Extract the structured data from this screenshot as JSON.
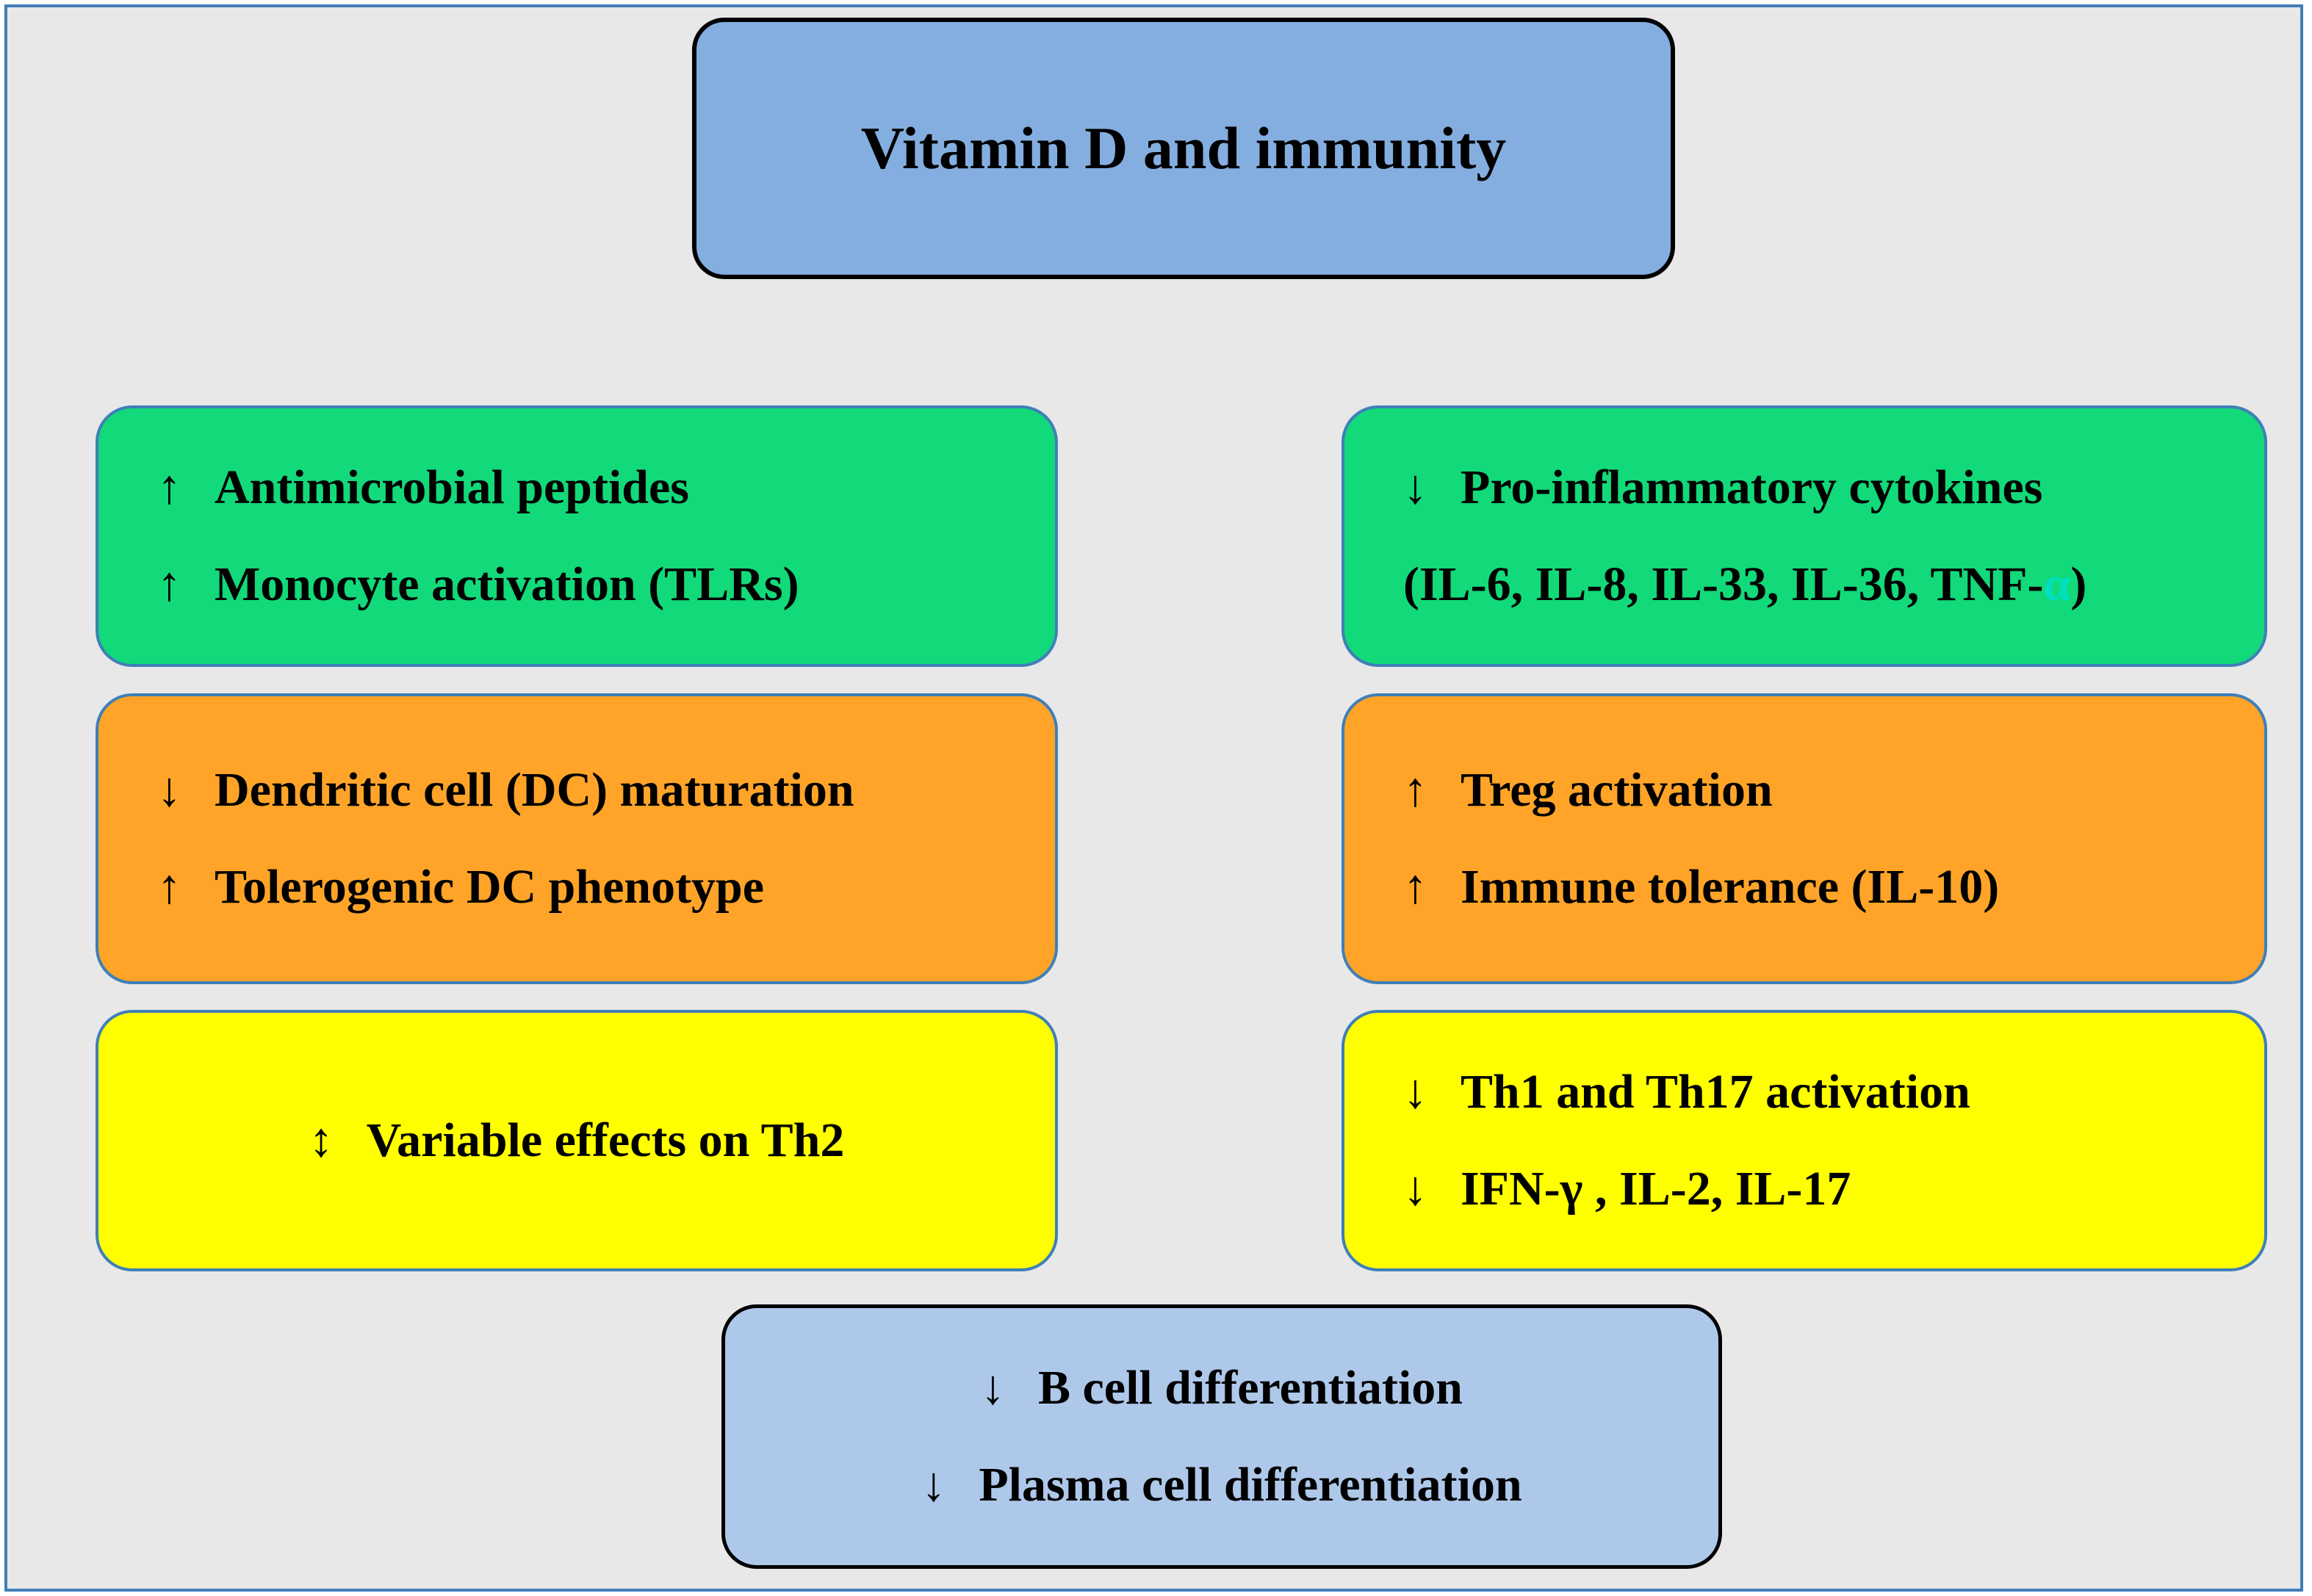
{
  "title": "Vitamin D and immunity",
  "left": {
    "green": {
      "line1_arrow": "↑",
      "line1_text": "Antimicrobial peptides",
      "line2_arrow": "↑",
      "line2_text": "Monocyte activation (TLRs)"
    },
    "orange": {
      "line1_arrow": "↓",
      "line1_text": "Dendritic cell (DC) maturation",
      "line2_arrow": "↑",
      "line2_text": "Tolerogenic DC phenotype"
    },
    "yellow": {
      "line1_arrow": "↕",
      "line1_text": "Variable effects on Th2"
    }
  },
  "right": {
    "green": {
      "line1_arrow": "↓",
      "line1_text": "Pro-inflammatory cytokines",
      "line2_text_prefix": "(IL-6, IL-8, IL-33, IL-36, TNF-",
      "line2_alpha": "α",
      "line2_text_suffix": ")"
    },
    "orange": {
      "line1_arrow": "↑",
      "line1_text": "Treg activation",
      "line2_arrow": "↑",
      "line2_text": "Immune tolerance (IL-10)"
    },
    "yellow": {
      "line1_arrow": "↓",
      "line1_text": "Th1 and Th17 activation",
      "line2_arrow": "↓",
      "line2_text": "IFN-γ , IL-2, IL-17"
    }
  },
  "bottom": {
    "line1_arrow": "↓",
    "line1_text": "B cell differentiation",
    "line2_arrow": "↓",
    "line2_text": "Plasma cell differentiation"
  },
  "colors": {
    "title_box": "#84aee0",
    "green_box": "#12d97a",
    "orange_box": "#ffa428",
    "yellow_box": "#ffff00",
    "bottom_box": "#aec8ea",
    "frame_border": "#3f7fb8",
    "background": "#e8e8e8"
  }
}
